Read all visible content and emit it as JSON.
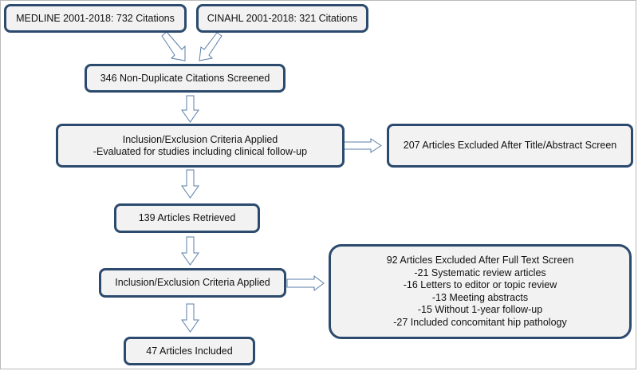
{
  "nodes": {
    "medline": {
      "lines": [
        "MEDLINE 2001-2018: 732 Citations"
      ]
    },
    "cinahl": {
      "lines": [
        "CINAHL 2001-2018: 321 Citations"
      ]
    },
    "screened": {
      "lines": [
        "346 Non-Duplicate Citations Screened"
      ]
    },
    "criteria1": {
      "lines": [
        "Inclusion/Exclusion Criteria Applied",
        "-Evaluated for studies including clinical follow-up"
      ]
    },
    "excluded1": {
      "lines": [
        "207 Articles Excluded After Title/Abstract Screen"
      ]
    },
    "retrieved": {
      "lines": [
        "139 Articles Retrieved"
      ]
    },
    "criteria2": {
      "lines": [
        "Inclusion/Exclusion Criteria Applied"
      ]
    },
    "excluded2": {
      "lines": [
        "92 Articles Excluded After Full Text Screen",
        "-21 Systematic review articles",
        "-16 Letters to editor or topic review",
        "-13 Meeting abstracts",
        "-15 Without 1-year follow-up",
        "-27 Included concomitant hip pathology"
      ]
    },
    "included": {
      "lines": [
        "47 Articles Included"
      ]
    }
  },
  "colors": {
    "border": "#2c4a6e",
    "fill": "#f2f2f2",
    "arrow": "#5b7da8"
  }
}
